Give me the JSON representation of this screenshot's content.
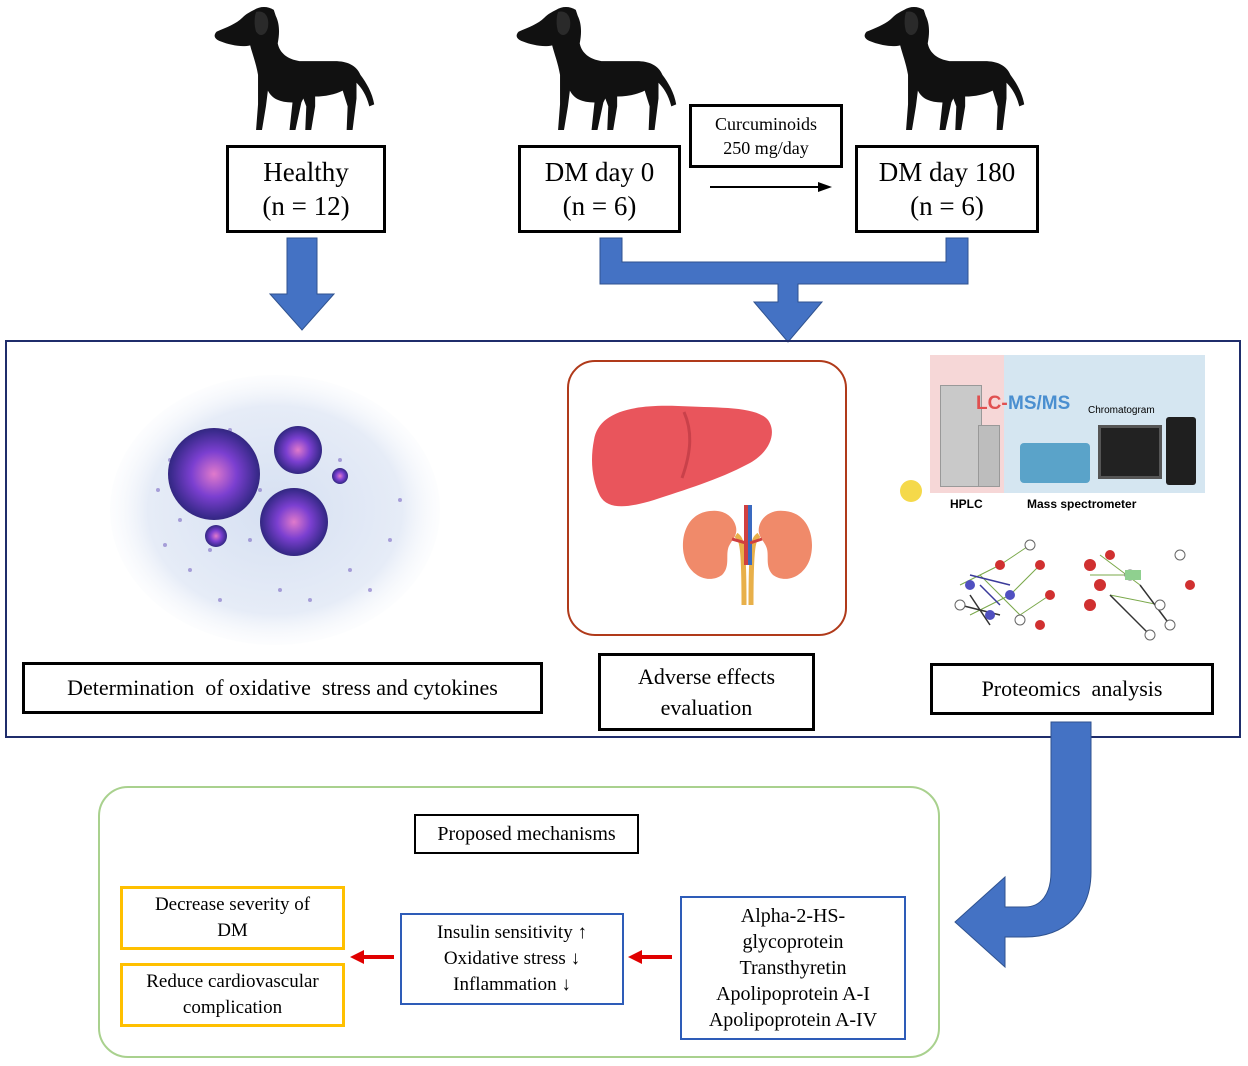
{
  "groups": {
    "healthy": {
      "label": "Healthy",
      "n": "(n = 12)"
    },
    "dm_day0": {
      "label": "DM day 0",
      "n": "(n = 6)"
    },
    "dm_day180": {
      "label": "DM day 180",
      "n": "(n = 6)"
    }
  },
  "treatment": {
    "line1": "Curcuminoids",
    "line2": "250 mg/day"
  },
  "panels": {
    "oxidative": "Determination  of oxidative  stress and cytokines",
    "adverse": {
      "line1": "Adverse effects",
      "line2": "evaluation"
    },
    "proteomics": "Proteomics  analysis",
    "lcms": {
      "title_lc": "LC-",
      "title_ms": "MS/MS",
      "chromatogram": "Chromatogram",
      "hplc": "HPLC",
      "mass_spec": "Mass spectrometer"
    }
  },
  "mechanisms": {
    "title": "Proposed mechanisms",
    "proteins": [
      "Alpha-2-HS-",
      "glycoprotein",
      "Transthyretin",
      "Apolipoprotein A-I",
      "Apolipoprotein A-IV"
    ],
    "effects": [
      "Insulin sensitivity ↑",
      "Oxidative stress ↓",
      "Inflammation ↓"
    ],
    "outcome1": {
      "line1": "Decrease severity of",
      "line2": "DM"
    },
    "outcome2": {
      "line1": "Reduce cardiovascular",
      "line2": "complication"
    }
  },
  "colors": {
    "arrow_blue": "#4472c4",
    "frame_navy": "#1f2d6b",
    "frame_green": "#a9d18e",
    "box_yellow": "#ffc000",
    "box_blue": "#2e5cb8",
    "red_arrow": "#e00000"
  }
}
